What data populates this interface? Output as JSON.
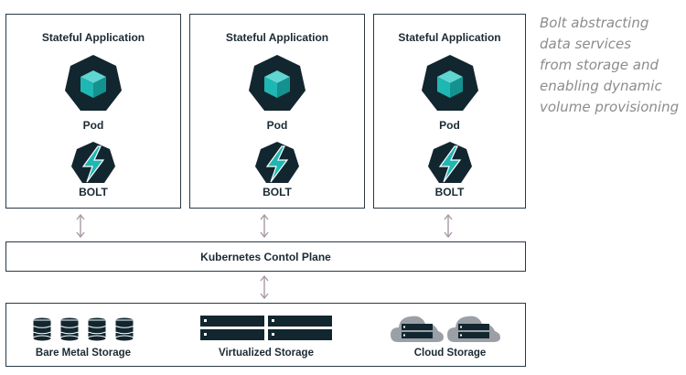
{
  "apps": [
    {
      "title": "Stateful Application",
      "pod_label": "Pod",
      "bolt_label": "BOLT"
    },
    {
      "title": "Stateful Application",
      "pod_label": "Pod",
      "bolt_label": "BOLT"
    },
    {
      "title": "Stateful Application",
      "pod_label": "Pod",
      "bolt_label": "BOLT"
    }
  ],
  "control_plane": {
    "label": "Kubernetes Contol Plane"
  },
  "storage": {
    "bare_metal": "Bare Metal Storage",
    "virtualized": "Virtualized Storage",
    "cloud": "Cloud Storage"
  },
  "caption": {
    "lines": [
      "Bolt abstracting",
      "data services",
      "from storage and",
      "enabling dynamic",
      "volume provisioning"
    ]
  },
  "colors": {
    "navy": "#12262f",
    "teal": "#1fb7b3",
    "border": "#2a3944",
    "arrow": "#a69aa5",
    "cloud": "#9aa0a6",
    "caption": "#8c8c8c"
  }
}
